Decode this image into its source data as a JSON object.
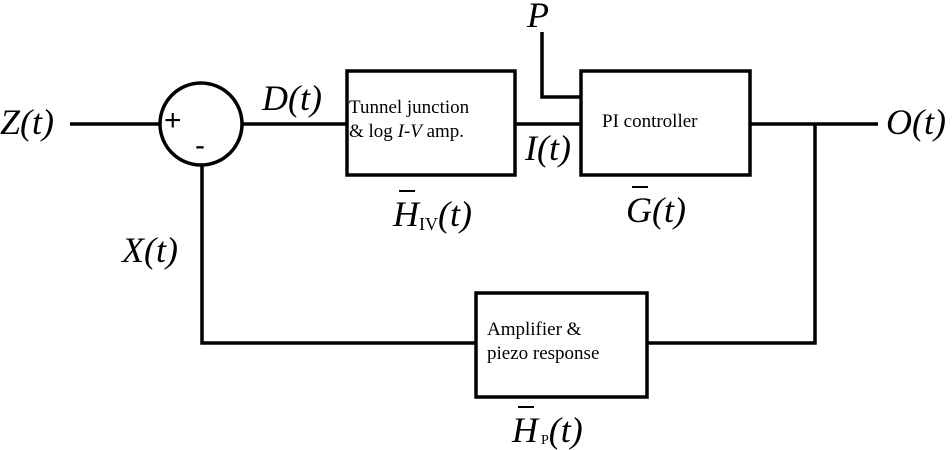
{
  "diagram": {
    "type": "block-diagram",
    "title": "Feedback control loop",
    "signals": {
      "input": {
        "name": "Z",
        "arg": "(t)"
      },
      "error": {
        "name": "D",
        "arg": "(t)"
      },
      "current": {
        "name": "I",
        "arg": "(t)"
      },
      "setpoint": {
        "name": "P"
      },
      "output": {
        "name": "O",
        "arg": "(t)"
      },
      "feedback": {
        "name": "X",
        "arg": "(t)"
      }
    },
    "summing_junction": {
      "plus": "+",
      "minus": "-"
    },
    "blocks": [
      {
        "id": "tunnel",
        "line1": "Tunnel junction",
        "line2_pre": "& log ",
        "line2_it1": "I",
        "line2_dash": "-",
        "line2_it2": "V",
        "line2_post": " amp.",
        "tf_name": "H",
        "tf_sub": "IV",
        "tf_arg": "(t)"
      },
      {
        "id": "pi",
        "line1": "PI controller",
        "tf_name": "G",
        "tf_arg": "(t)"
      },
      {
        "id": "piezo",
        "line1": "Amplifier &",
        "line2": "piezo response",
        "tf_name": "H",
        "tf_sub": "P",
        "tf_arg": "(t)"
      }
    ],
    "connections": [
      {
        "from": "Z(t)",
        "to": "summing_junction(+)"
      },
      {
        "from": "summing_junction",
        "to": "tunnel",
        "label": "D(t)"
      },
      {
        "from": "tunnel",
        "to": "pi",
        "label": "I(t)"
      },
      {
        "from": "P",
        "to": "pi"
      },
      {
        "from": "pi",
        "to": "O(t)"
      },
      {
        "from": "O(t)",
        "to": "piezo"
      },
      {
        "from": "piezo",
        "to": "summing_junction(-)",
        "label": "X(t)"
      }
    ]
  }
}
